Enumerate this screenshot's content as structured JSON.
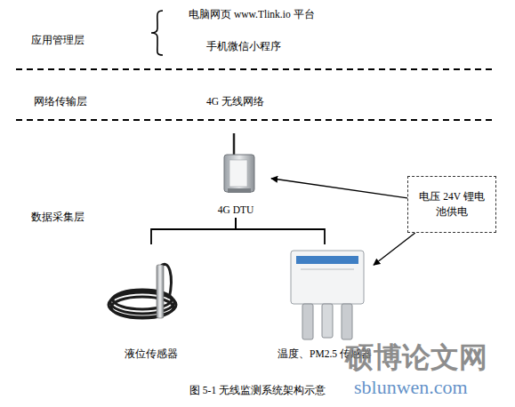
{
  "diagram": {
    "caption": "图 5-1 无线监测系统架构示意",
    "nodes": [
      {
        "text": [
          "4G DTU"
        ]
      },
      {
        "text": [
          "电压 24V 锂电 池供电"
        ]
      },
      {
        "text": [
          "液位传感器"
        ]
      },
      {
        "text": [
          "温度、PM2.5 传感器"
        ]
      }
    ],
    "edges": [
      {
        "from": 0,
        "to": 2,
        "arrow": "none"
      },
      {
        "from": 0,
        "to": 3,
        "arrow": "none"
      },
      {
        "from": 1,
        "to": 0,
        "arrow": "to"
      },
      {
        "from": 1,
        "to": 3,
        "arrow": "to"
      }
    ],
    "labels": [
      "应用管理层",
      "电脑网页 www.Tlink.io 平台",
      "手机微信小程序",
      "网络传输层",
      "4G 无线网络",
      "数据采集层",
      "硕博论文网",
      "sblunwen.com"
    ]
  }
}
